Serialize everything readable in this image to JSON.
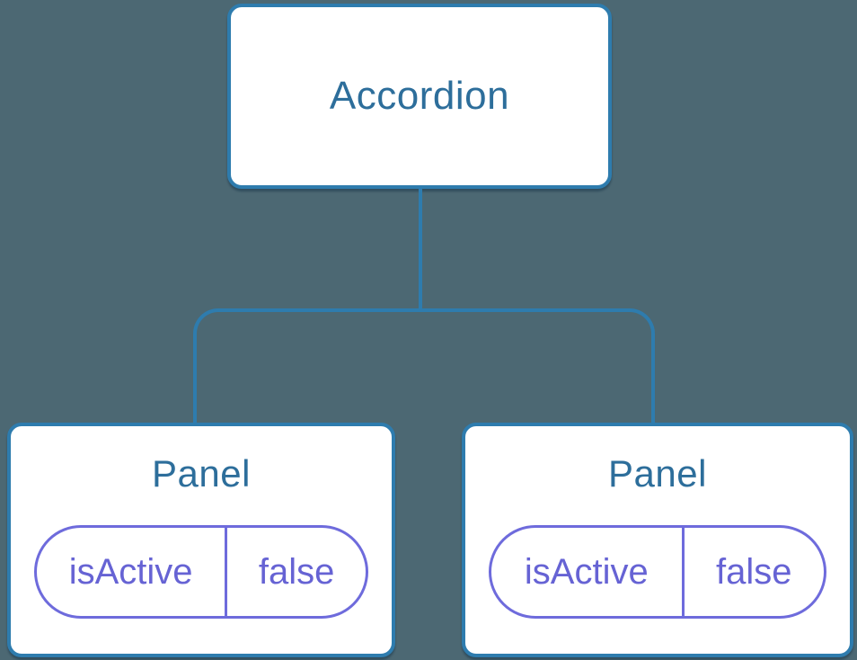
{
  "tree": {
    "root": {
      "label": "Accordion"
    },
    "children": [
      {
        "label": "Panel",
        "props": [
          {
            "name": "isActive",
            "value": "false"
          }
        ]
      },
      {
        "label": "Panel",
        "props": [
          {
            "name": "isActive",
            "value": "false"
          }
        ]
      }
    ]
  },
  "colors": {
    "background": "#4C6873",
    "connector": "#2E7CAE",
    "node_border": "#2E7CAE",
    "node_bg": "#FFFFFF",
    "node_text": "#2D6E9B",
    "state_border": "#6E6BDC",
    "state_text": "#6663D4"
  }
}
